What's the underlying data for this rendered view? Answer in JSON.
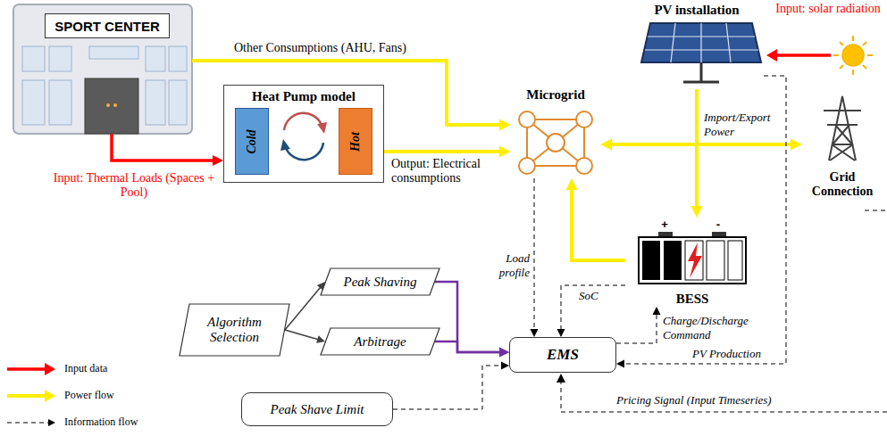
{
  "diagram": {
    "nodes": [
      {
        "text": [
          "SPORT CENTER"
        ]
      },
      {
        "text": [
          "Heat Pump model"
        ]
      },
      {
        "text": [
          "Cold"
        ],
        "in": 1
      },
      {
        "text": [
          "Hot"
        ],
        "in": 1
      },
      {
        "text": [
          "Microgrid"
        ]
      },
      {
        "text": [
          "PV installation"
        ]
      },
      {
        "text": [
          "Grid Connection"
        ]
      },
      {
        "text": [
          "+",
          "-",
          "BESS"
        ]
      },
      {
        "text": [
          "Algorithm Selection"
        ]
      },
      {
        "text": [
          "Peak Shaving"
        ]
      },
      {
        "text": [
          "Arbitrage"
        ]
      },
      {
        "text": [
          "EMS"
        ]
      },
      {
        "text": [
          "Peak Shave Limit"
        ]
      }
    ],
    "edges": [
      {
        "from": 0,
        "to": 4,
        "arrow": "to",
        "label": "Other Consumptions (AHU, Fans)"
      },
      {
        "from": 0,
        "to": 1,
        "arrow": "to"
      },
      {
        "from": 1,
        "to": 4,
        "arrow": "to"
      },
      {
        "from": 4,
        "to": 6,
        "arrow": "both"
      },
      {
        "from": 5,
        "to": 7,
        "arrow": "to"
      },
      {
        "from": 7,
        "to": 4,
        "arrow": "to"
      },
      {
        "from": 4,
        "to": 11,
        "arrow": "to",
        "label": "Load profile"
      },
      {
        "from": 7,
        "to": 11,
        "arrow": "to",
        "label": "SoC"
      },
      {
        "from": 11,
        "to": 7,
        "arrow": "to",
        "label": "Charge/Discharge Command"
      },
      {
        "from": 5,
        "to": 11,
        "arrow": "to",
        "label": "PV Production"
      },
      {
        "from": 8,
        "to": 9,
        "arrow": "to"
      },
      {
        "from": 8,
        "to": 10,
        "arrow": "to"
      },
      {
        "from": 9,
        "to": 11,
        "arrow": "to"
      },
      {
        "from": 10,
        "to": 11,
        "arrow": "to"
      },
      {
        "from": 12,
        "to": 11,
        "arrow": "to"
      }
    ],
    "labels": [
      "Input: Thermal Loads (Spaces + Pool)",
      "Output: Electrical consumptions",
      "Import/Export Power",
      "Input: solar radiation",
      "Pricing Signal (Input Timeseries)"
    ],
    "legend": [
      {
        "text": "Input data"
      },
      {
        "text": "Power flow"
      },
      {
        "text": "Information flow"
      }
    ]
  }
}
